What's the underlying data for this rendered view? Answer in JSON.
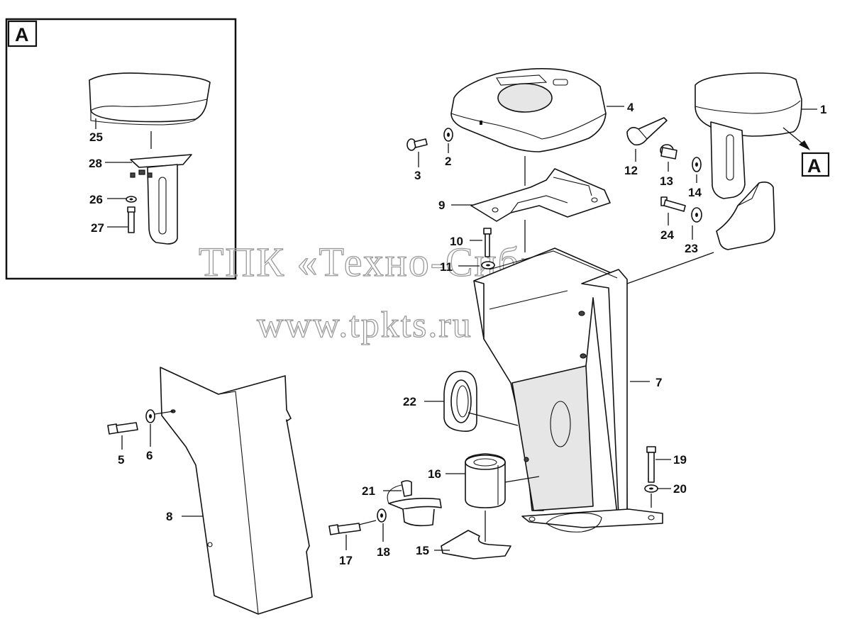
{
  "detail_view": {
    "label": "A"
  },
  "callout_ref": {
    "label": "A"
  },
  "watermark": {
    "line1": "ТПК «Техно-Сиб»",
    "line2": "www.tpkts.ru"
  },
  "callouts": {
    "c1": "1",
    "c2": "2",
    "c3": "3",
    "c4": "4",
    "c5": "5",
    "c6": "6",
    "c7": "7",
    "c8": "8",
    "c9": "9",
    "c10": "10",
    "c11": "11",
    "c12": "12",
    "c13": "13",
    "c14": "14",
    "c15": "15",
    "c16": "16",
    "c17": "17",
    "c18": "18",
    "c19": "19",
    "c20": "20",
    "c21": "21",
    "c22": "22",
    "c23": "23",
    "c24": "24",
    "c25": "25",
    "c26": "26",
    "c27": "27",
    "c28": "28"
  }
}
